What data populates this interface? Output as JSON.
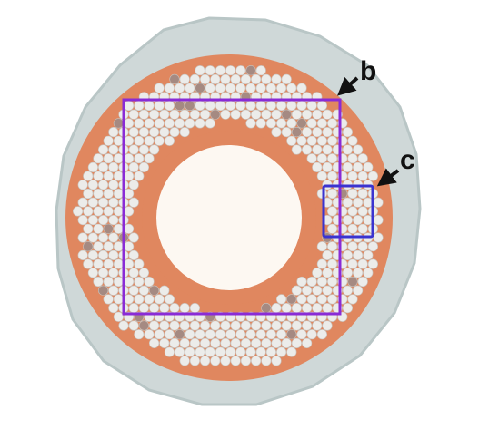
{
  "figure": {
    "callouts": [
      {
        "id": "b",
        "label": "b"
      },
      {
        "id": "c",
        "label": "c"
      }
    ]
  },
  "colors": {
    "background": "#ffffff",
    "jacket": "#cfd8d8",
    "jacket_edge": "#b9c6c6",
    "matrix": "#e0875f",
    "fiber": "#ececea",
    "fiber_edge": "#c9c3bd",
    "defect": "#a58a82",
    "core": "#fdf8f2",
    "box_b": "#8a2bd6",
    "box_c": "#3a33d0",
    "arrow": "#111111"
  }
}
